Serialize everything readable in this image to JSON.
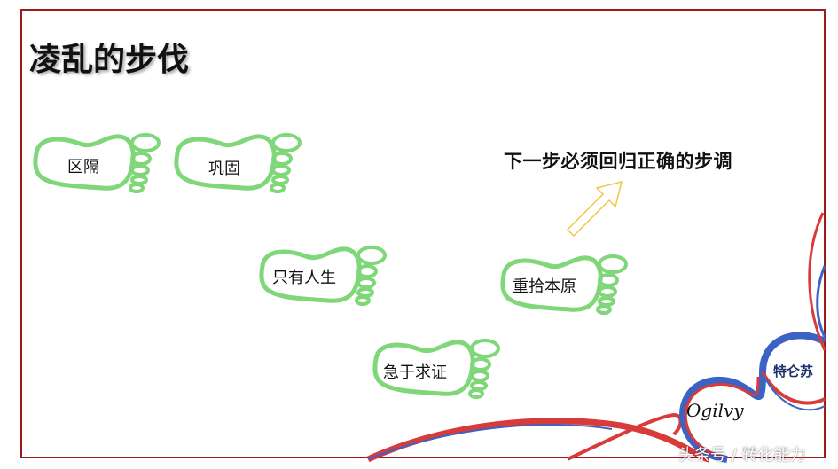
{
  "slide": {
    "title": "凌乱的步伐",
    "subtitle": "下一步必须回归正确的步调",
    "border_color": "#9e1a1a",
    "footprint_color": "#7fd77a",
    "arrow_color": "#f2c744"
  },
  "footprints": [
    {
      "label": "区隔"
    },
    {
      "label": "巩固"
    },
    {
      "label": "只有人生"
    },
    {
      "label": "重拾本原"
    },
    {
      "label": "急于求证"
    }
  ],
  "decor": {
    "logo_ogilvy": "Ogilvy",
    "logo_cn": "特仑苏",
    "watermark": "头条号 / 转化能力"
  }
}
